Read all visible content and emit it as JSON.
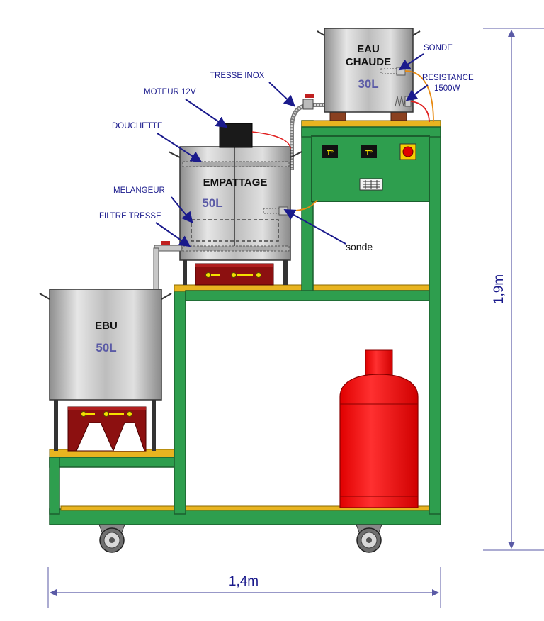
{
  "labels": {
    "moteur": "MOTEUR 12V",
    "tresse_inox": "TRESSE INOX",
    "douchette": "DOUCHETTE",
    "melangeur": "MELANGEUR",
    "filtre_tresse": "FILTRE TRESSE",
    "sonde_top": "SONDE",
    "resistance": "RESISTANCE",
    "resistance_power": "1500W",
    "sonde_mid": "sonde"
  },
  "tanks": {
    "eau_chaude": {
      "title_line1": "EAU",
      "title_line2": "CHAUDE",
      "volume": "30L"
    },
    "empattage": {
      "title": "EMPATTAGE",
      "volume": "50L"
    },
    "ebu": {
      "title": "EBU",
      "volume": "50L"
    }
  },
  "control_panel": {
    "thermo1": "T°",
    "thermo2": "T°"
  },
  "dimensions": {
    "height": "1,9m",
    "width": "1,4m"
  },
  "colors": {
    "frame": "#2e9e4e",
    "shelf_top": "#e8b420",
    "burner": "#8c1010",
    "gas_bottle": "#ff1a1a",
    "annotation": "#1a1a8c"
  }
}
